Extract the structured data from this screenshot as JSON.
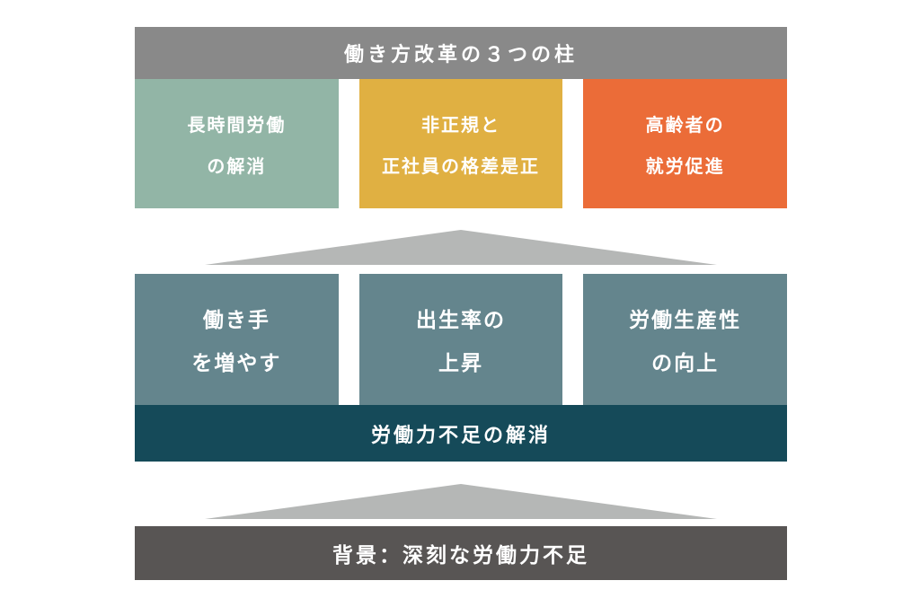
{
  "title": "働き方改革の３つの柱",
  "pillars": [
    {
      "line1": "長時間労働",
      "line2": "の解消",
      "color": "#92b5a6"
    },
    {
      "line1": "非正規と",
      "line2": "正社員の格差是正",
      "color": "#e0b042"
    },
    {
      "line1": "高齢者の",
      "line2": "就労促進",
      "color": "#eb6c38"
    }
  ],
  "measures": [
    {
      "line1": "働き手",
      "line2": "を増やす"
    },
    {
      "line1": "出生率の",
      "line2": "上昇"
    },
    {
      "line1": "労働生産性",
      "line2": "の向上"
    }
  ],
  "goal": "労働力不足の解消",
  "background": "背景：深刻な労働力不足",
  "colors": {
    "title_gray": "#898989",
    "measure_teal": "#64858d",
    "goal_teal": "#154a59",
    "background_gray": "#585554",
    "arrow_gray": "#b5b7b6"
  }
}
